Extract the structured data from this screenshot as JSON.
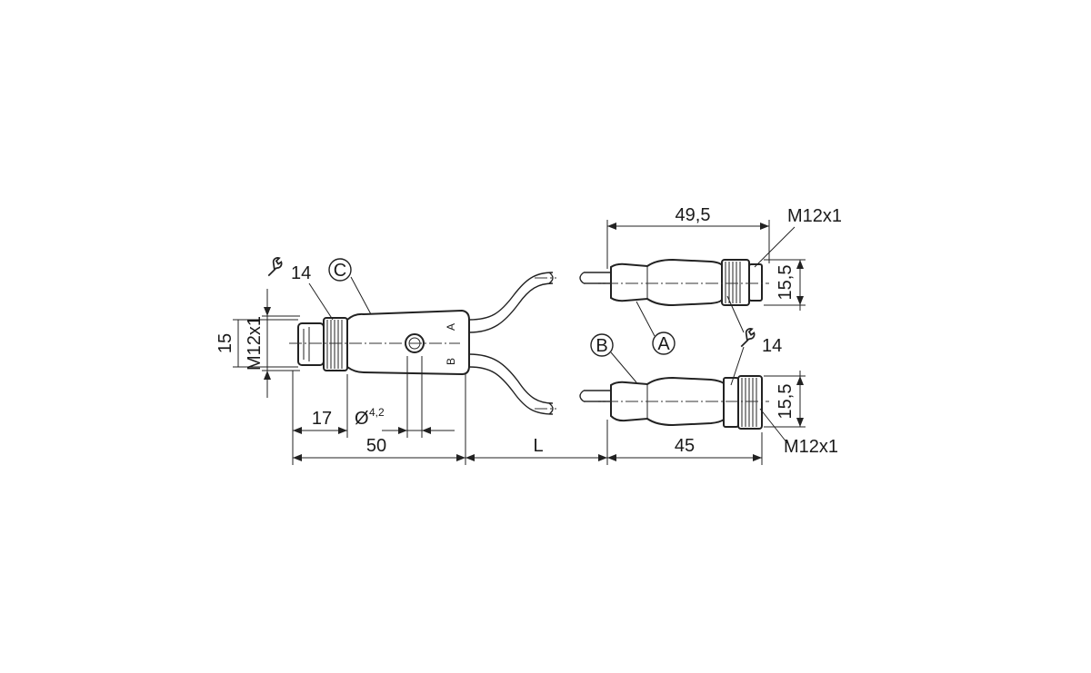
{
  "dimensions": {
    "left_hex_nut": "14",
    "left_height": "15",
    "left_thread": "M12x1",
    "hole_dia_symbol": "Ø",
    "hole_dia_value": "4,2",
    "length_17": "17",
    "length_50": "50",
    "cable_length": "L",
    "top_length": "49,5",
    "top_thread": "M12x1",
    "top_height": "15,5",
    "bottom_hex_nut": "14",
    "bottom_length": "45",
    "bottom_height": "15,5",
    "bottom_thread": "M12x1"
  },
  "callouts": {
    "splitter": "C",
    "connector_top": "A",
    "connector_bottom": "B"
  },
  "body_markings": {
    "port_a": "A",
    "port_b": "B"
  },
  "icons": {
    "wrench": "wrench-icon"
  }
}
